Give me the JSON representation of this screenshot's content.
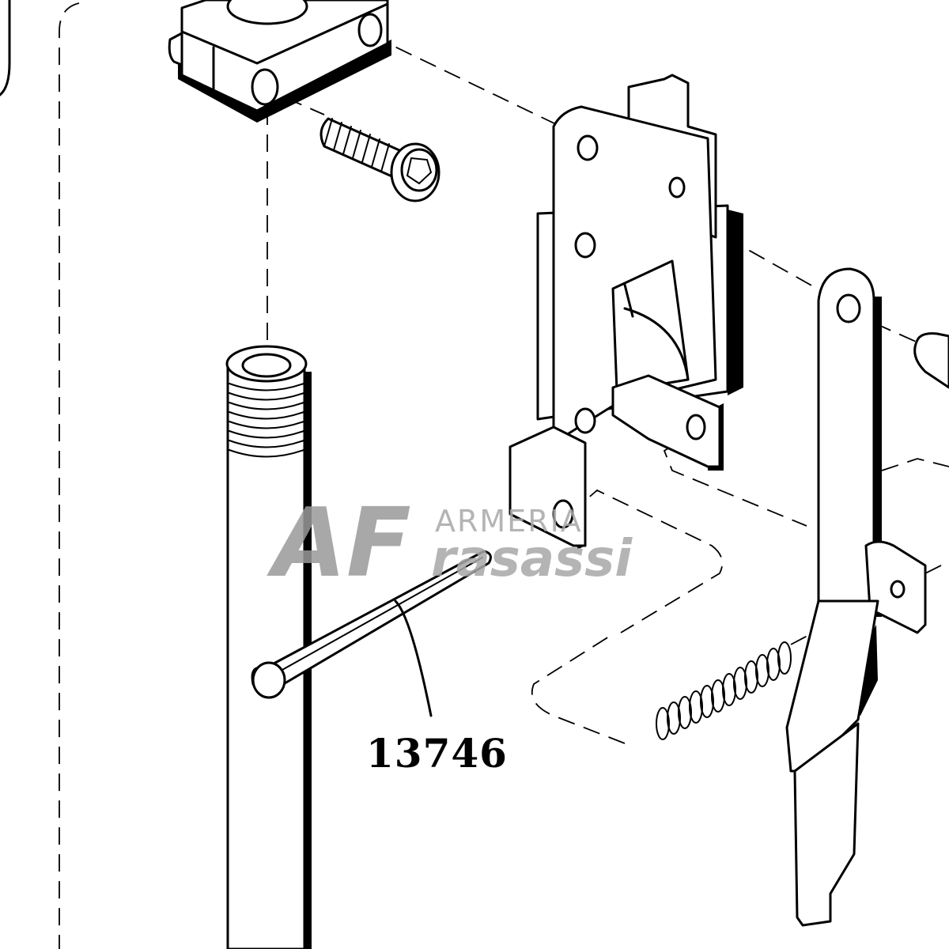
{
  "diagram": {
    "part_number_label": "13746",
    "watermark": {
      "logo_letters": "AF",
      "brand_top": "ARMERIA",
      "brand_bottom": "rasassi"
    }
  }
}
